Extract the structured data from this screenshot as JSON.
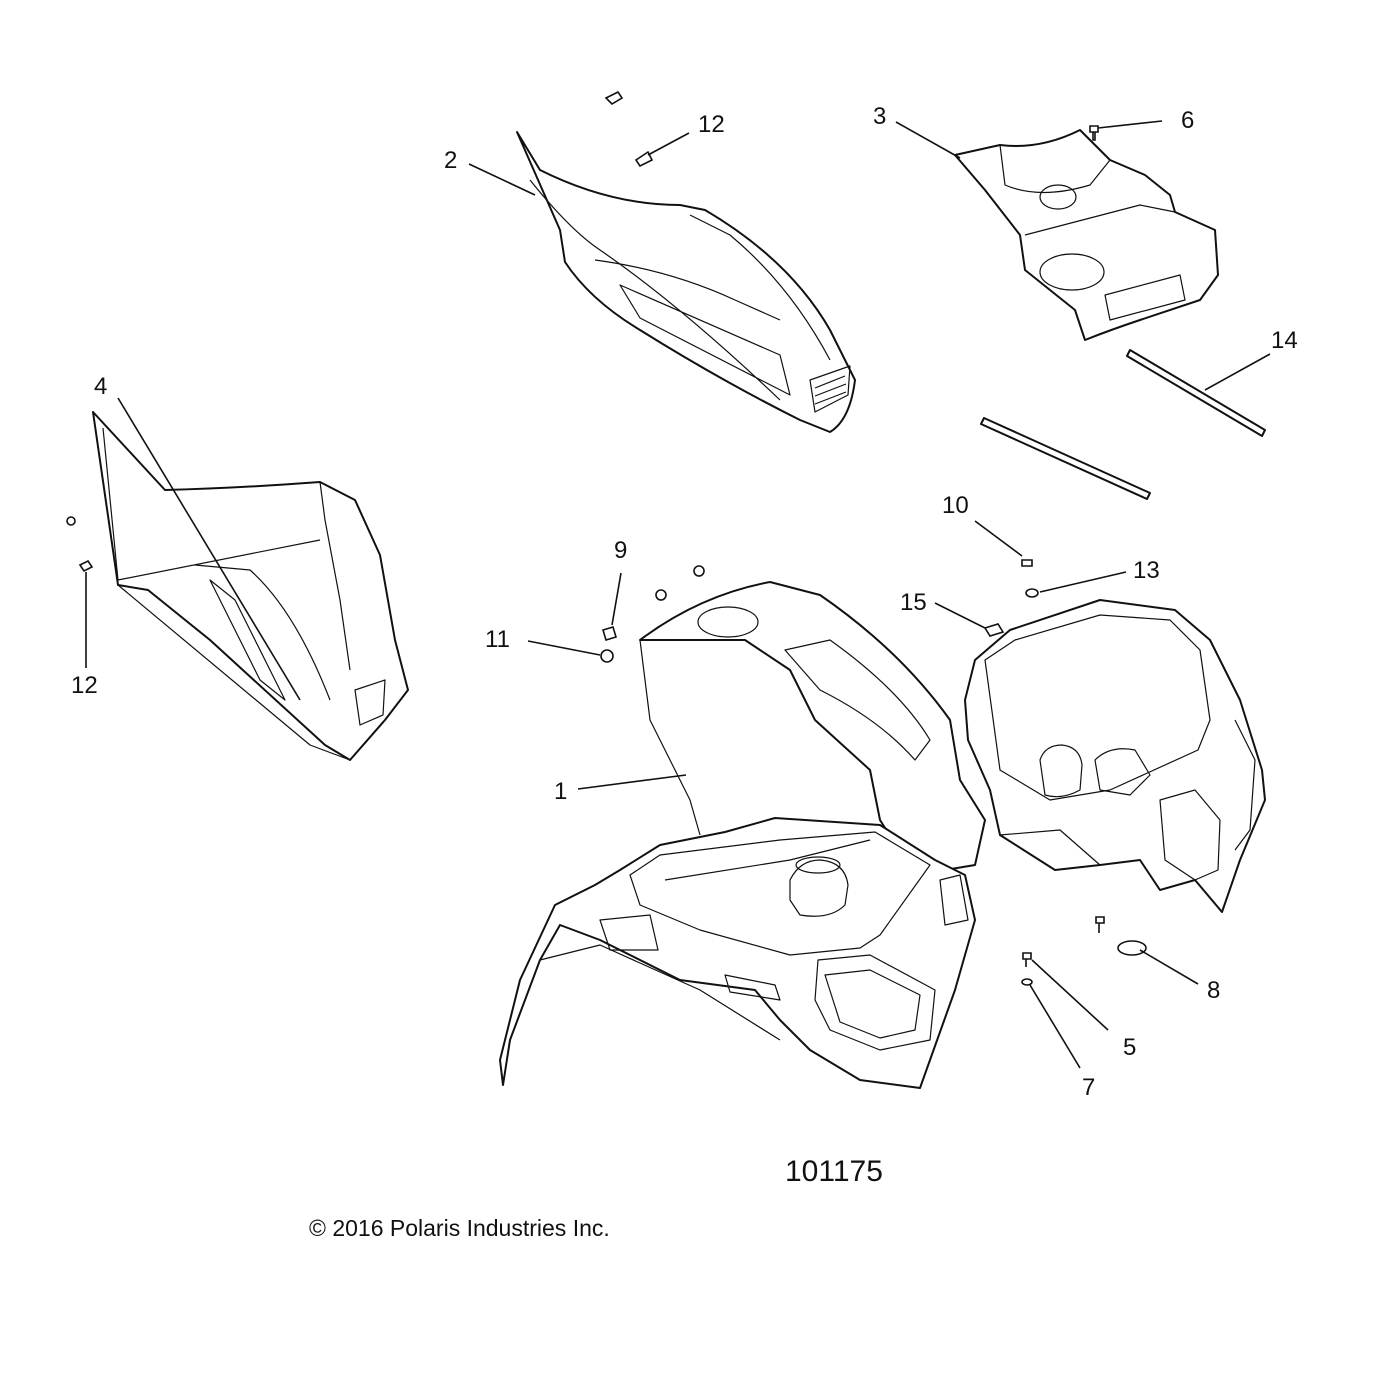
{
  "callouts": {
    "c1": "1",
    "c2": "2",
    "c3": "3",
    "c4": "4",
    "c5": "5",
    "c6": "6",
    "c7": "7",
    "c8": "8",
    "c9": "9",
    "c10": "10",
    "c11": "11",
    "c12a": "12",
    "c12b": "12",
    "c13": "13",
    "c14": "14",
    "c15": "15"
  },
  "figure_number": "101175",
  "copyright": "© 2016 Polaris Industries Inc."
}
